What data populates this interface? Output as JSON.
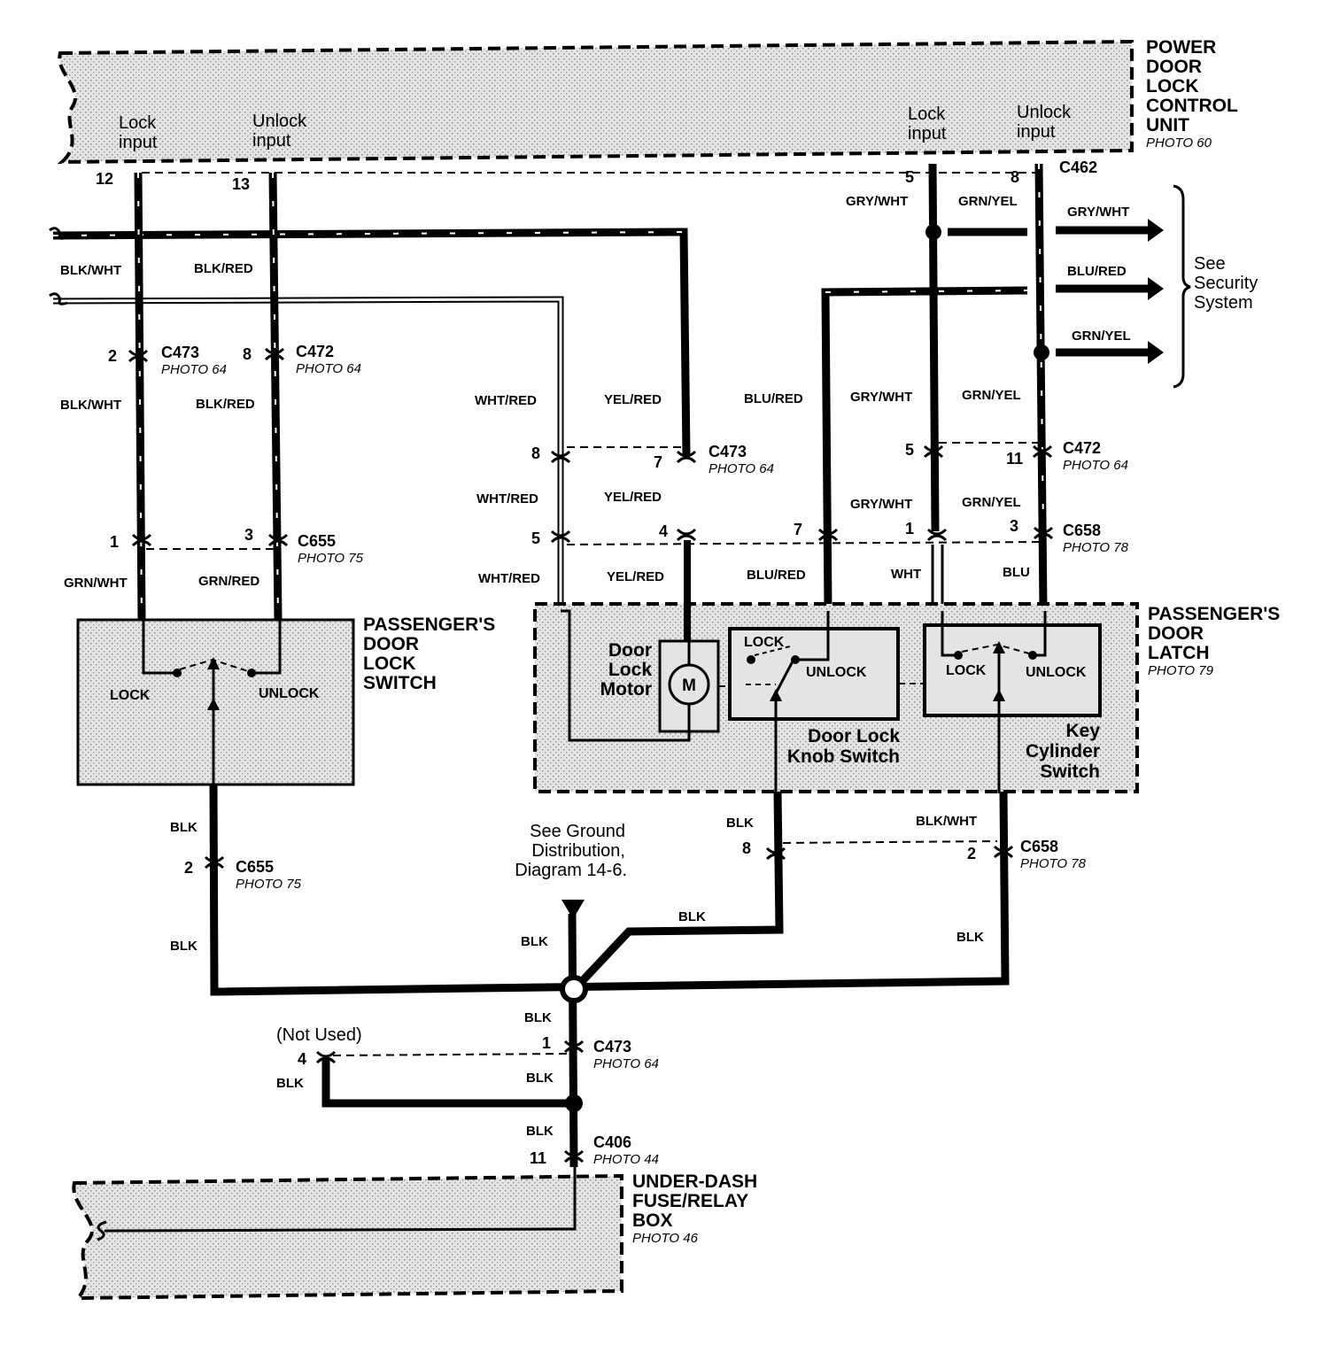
{
  "components": {
    "pdlcu": {
      "l1": "POWER",
      "l2": "DOOR",
      "l3": "LOCK",
      "l4": "CONTROL",
      "l5": "UNIT",
      "photo": "PHOTO 60"
    },
    "switch": {
      "l1": "PASSENGER'S",
      "l2": "DOOR",
      "l3": "LOCK",
      "l4": "SWITCH",
      "lock": "LOCK",
      "unlock": "UNLOCK"
    },
    "latch": {
      "l1": "PASSENGER'S",
      "l2": "DOOR",
      "l3": "LATCH",
      "photo": "PHOTO 79"
    },
    "motor": {
      "l1": "Door",
      "l2": "Lock",
      "l3": "Motor",
      "symbol": "M"
    },
    "knob": {
      "lock": "LOCK",
      "unlock": "UNLOCK",
      "l1": "Door Lock",
      "l2": "Knob Switch"
    },
    "keycyl": {
      "lock": "LOCK",
      "unlock": "UNLOCK",
      "l1": "Key",
      "l2": "Cylinder",
      "l3": "Switch"
    },
    "fuse": {
      "l1": "UNDER-DASH",
      "l2": "FUSE/RELAY",
      "l3": "BOX",
      "photo": "PHOTO 46"
    }
  },
  "inputs": {
    "lock1": {
      "l1": "Lock",
      "l2": "input"
    },
    "unlock1": {
      "l1": "Unlock",
      "l2": "input"
    },
    "lock2": {
      "l1": "Lock",
      "l2": "input"
    },
    "unlock2": {
      "l1": "Unlock",
      "l2": "input"
    }
  },
  "security": {
    "l1": "See",
    "l2": "Security",
    "l3": "System"
  },
  "ground_note": {
    "l1": "See Ground",
    "l2": "Distribution,",
    "l3": "Diagram 14-6."
  },
  "not_used": "(Not Used)",
  "connectors": {
    "c462": "C462",
    "c473_a": "C473",
    "c473_a_photo": "PHOTO 64",
    "c472_a": "C472",
    "c472_a_photo": "PHOTO 64",
    "c473_b": "C473",
    "c473_b_photo": "PHOTO 64",
    "c472_b": "C472",
    "c472_b_photo": "PHOTO 64",
    "c655_a": "C655",
    "c655_a_photo": "PHOTO 75",
    "c658_a": "C658",
    "c658_a_photo": "PHOTO 78",
    "c655_b": "C655",
    "c655_b_photo": "PHOTO 75",
    "c658_b": "C658",
    "c658_b_photo": "PHOTO 78",
    "c473_c": "C473",
    "c473_c_photo": "PHOTO 64",
    "c406": "C406",
    "c406_photo": "PHOTO 44"
  },
  "pins": {
    "p12": "12",
    "p13": "13",
    "p5top": "5",
    "p8top": "8",
    "p2a": "2",
    "p8a": "8",
    "p8b": "8",
    "p7b": "7",
    "p5b": "5",
    "p11b": "11",
    "p1a": "1",
    "p3a": "3",
    "p5c": "5",
    "p4c": "4",
    "p7c": "7",
    "p1c": "1",
    "p3c": "3",
    "p2d": "2",
    "p8d": "8",
    "p2e": "2",
    "p1f": "1",
    "p4f": "4",
    "p11g": "11"
  },
  "wires": {
    "w_blkwht_top": "BLK/WHT",
    "w_blkred_top": "BLK/RED",
    "w_grywht_top": "GRY/WHT",
    "w_grnyel_top": "GRN/YEL",
    "w_sec_grywht": "GRY/WHT",
    "w_sec_blured": "BLU/RED",
    "w_sec_grnyel": "GRN/YEL",
    "w_blkwht_mid": "BLK/WHT",
    "w_blkred_mid": "BLK/RED",
    "w_whtred_1": "WHT/RED",
    "w_yelred_1": "YEL/RED",
    "w_blured_1": "BLU/RED",
    "w_grywht_1": "GRY/WHT",
    "w_grnyel_1": "GRN/YEL",
    "w_whtred_2": "WHT/RED",
    "w_yelred_2": "YEL/RED",
    "w_grywht_2": "GRY/WHT",
    "w_grnyel_2": "GRN/YEL",
    "w_grnwht": "GRN/WHT",
    "w_grnred": "GRN/RED",
    "w_whtred_3": "WHT/RED",
    "w_yelred_3": "YEL/RED",
    "w_blured_3": "BLU/RED",
    "w_wht": "WHT",
    "w_blu": "BLU",
    "w_blk_sw1": "BLK",
    "w_blk_sw2": "BLK",
    "w_blk_knob": "BLK",
    "w_blkwht_key": "BLK/WHT",
    "w_blk_g1": "BLK",
    "w_blk_g2": "BLK",
    "w_blk_g3": "BLK",
    "w_blk_g4": "BLK",
    "w_blk_g5": "BLK",
    "w_blk_g6": "BLK",
    "w_blk_g7": "BLK"
  }
}
